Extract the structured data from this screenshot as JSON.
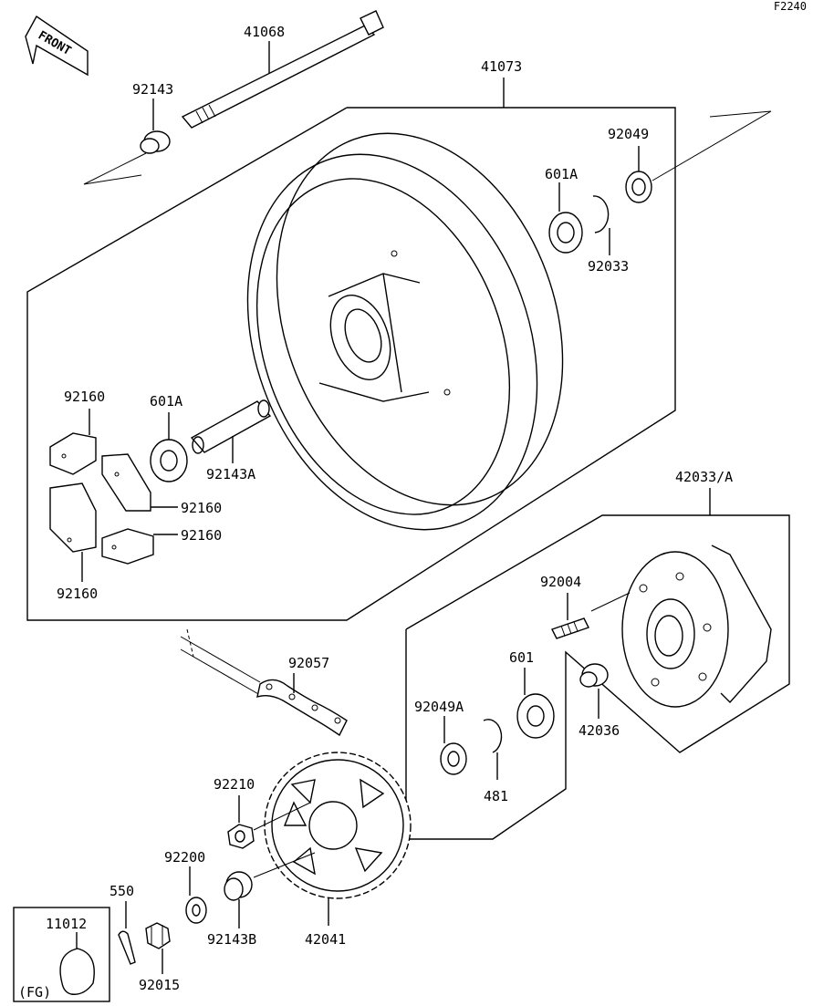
{
  "diagram_code": "F2240",
  "front_arrow_label": "FRONT",
  "fg_label": "(FG)",
  "callouts": {
    "p41068": "41068",
    "p41073": "41073",
    "p92143": "92143",
    "p92049": "92049",
    "p601A_top": "601A",
    "p92033": "92033",
    "p92160_a": "92160",
    "p601A_left": "601A",
    "p92143A": "92143A",
    "p92160_b": "92160",
    "p92160_c": "92160",
    "p92160_d": "92160",
    "p42033A": "42033/A",
    "p92004": "92004",
    "p92057": "92057",
    "p601": "601",
    "p92049A": "92049A",
    "p42036": "42036",
    "p481": "481",
    "p92210": "92210",
    "p92200": "92200",
    "p550": "550",
    "p11012": "11012",
    "p92143B": "92143B",
    "p42041": "42041",
    "p92015": "92015"
  }
}
